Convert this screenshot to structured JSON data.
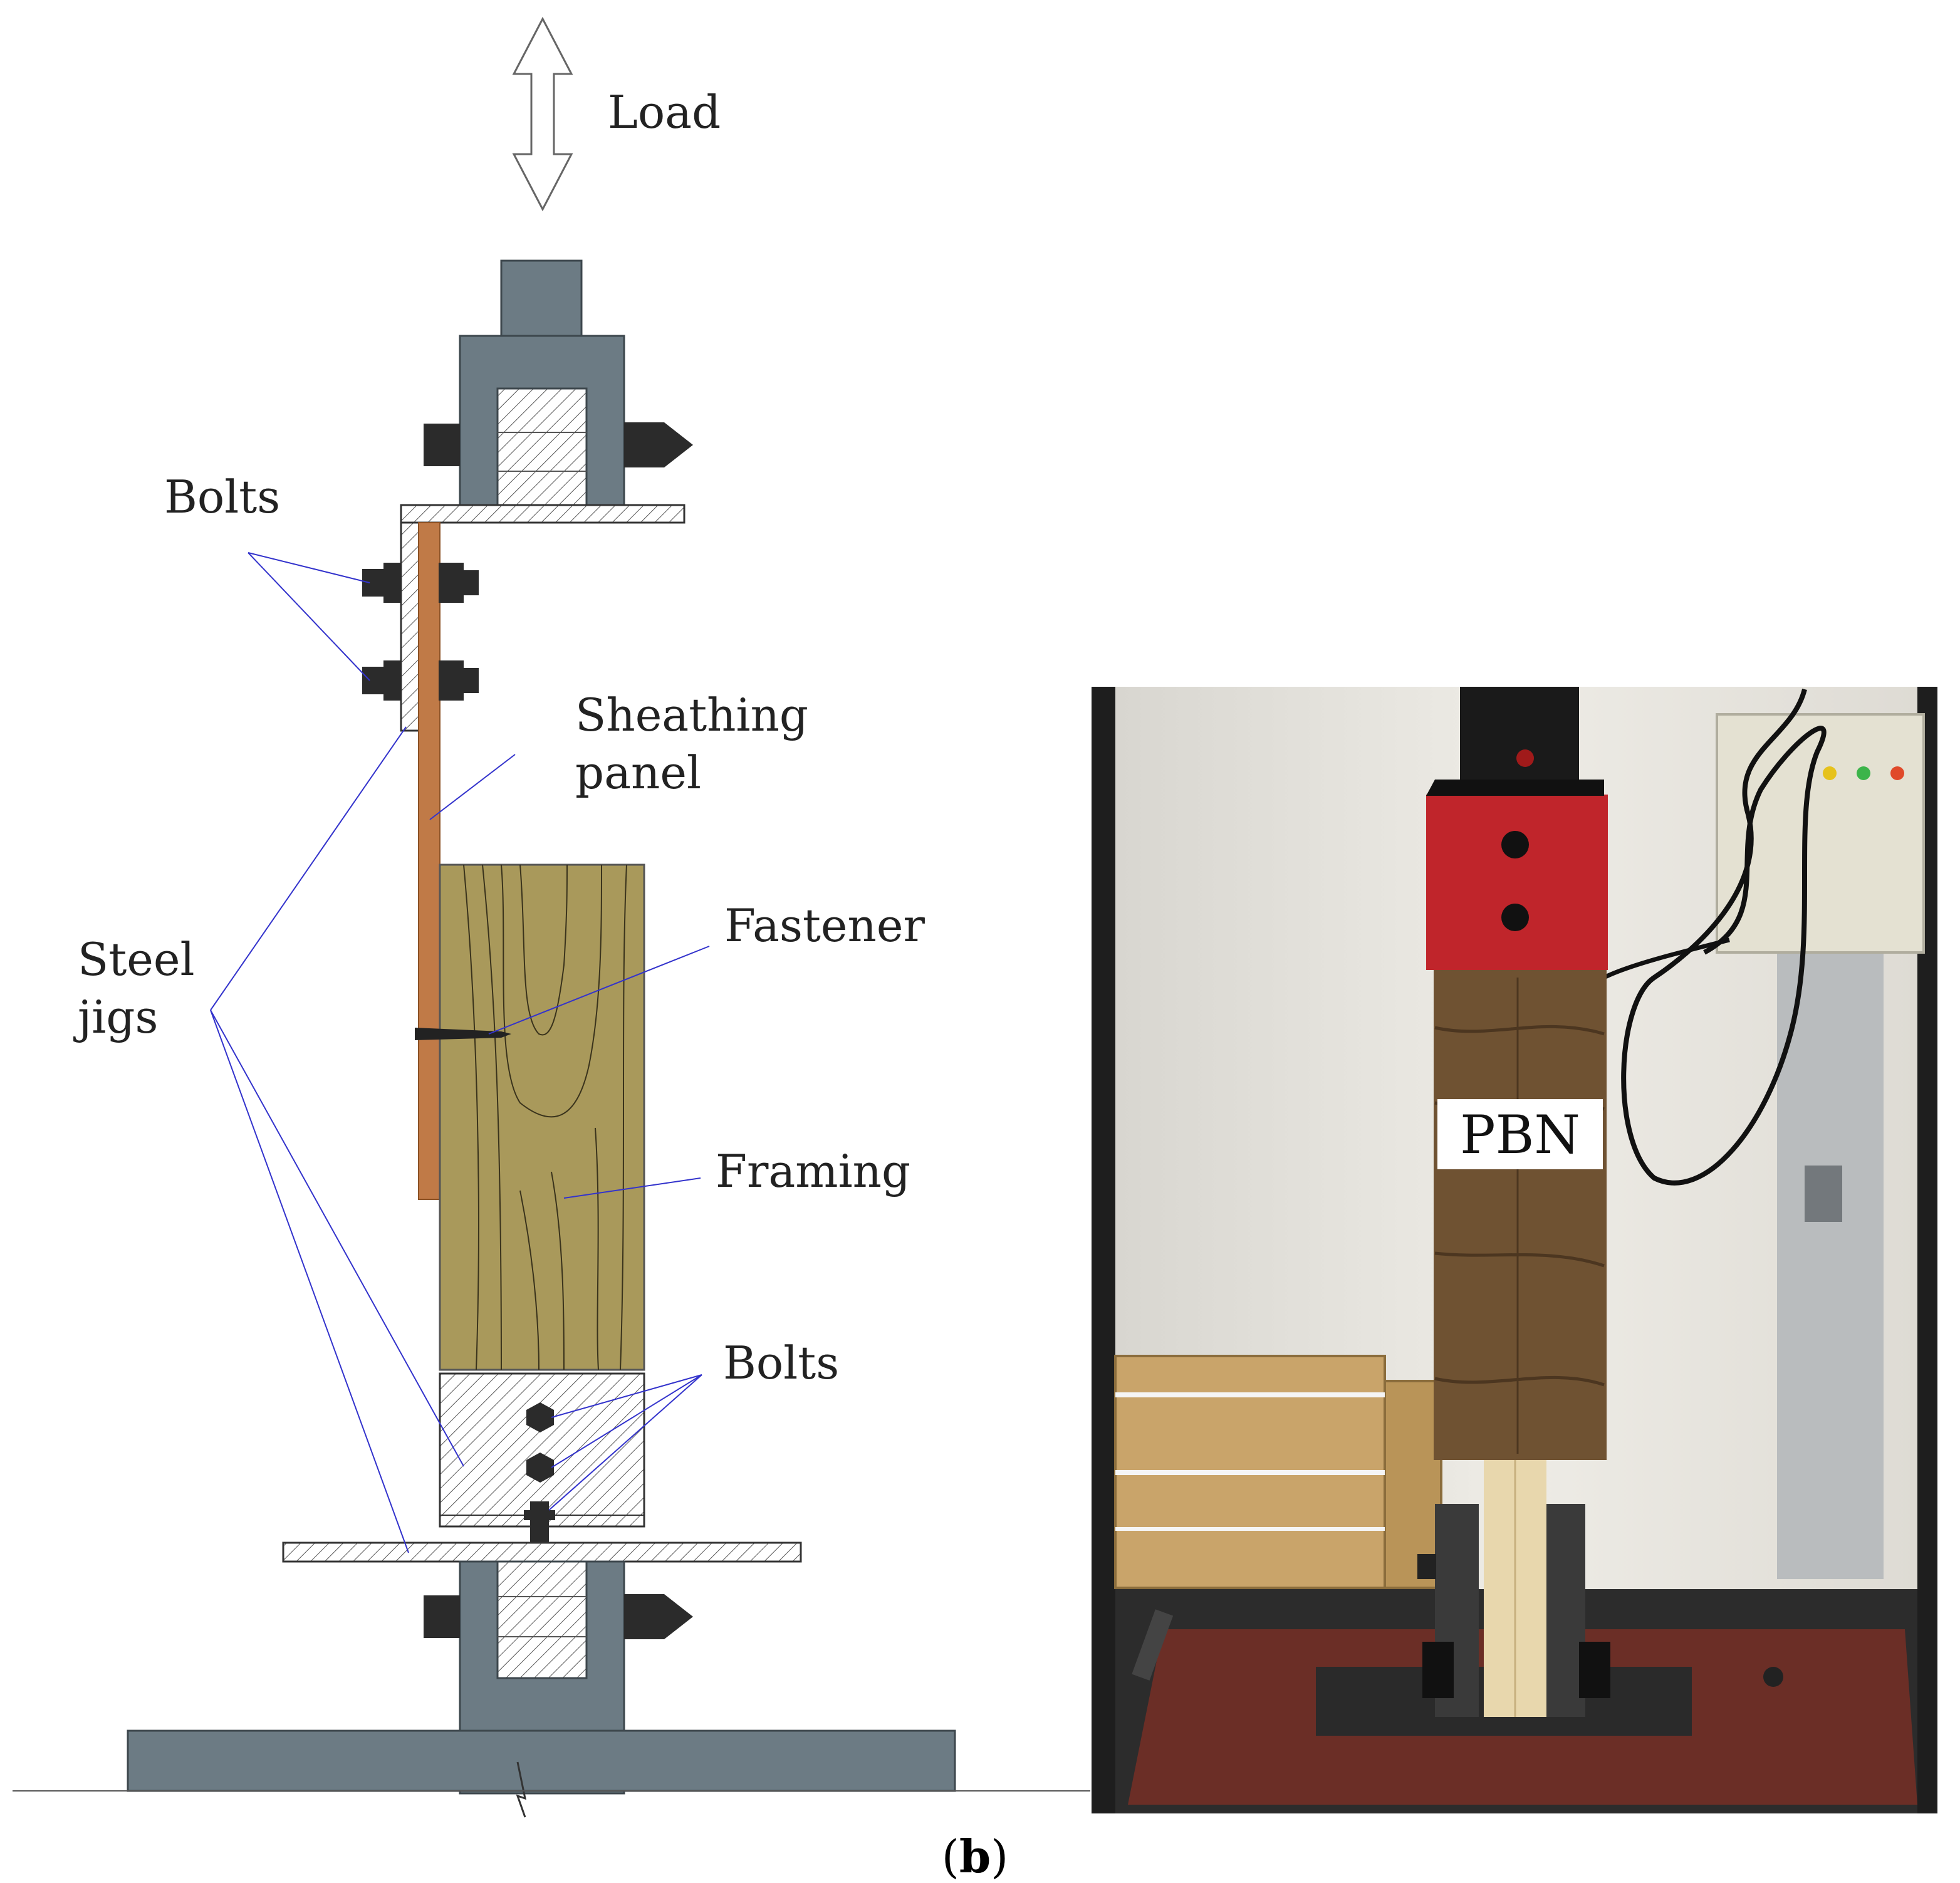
{
  "labels": {
    "load": "Load",
    "bolts_top": "Bolts",
    "sheathing_line1": "Sheathing",
    "sheathing_line2": "panel",
    "fastener": "Fastener",
    "steel_line1": "Steel",
    "steel_line2": "jigs",
    "framing": "Framing",
    "bolts_bottom": "Bolts",
    "photo_tag": "PBN"
  },
  "caption": {
    "open": "(",
    "letter": "b",
    "close": ")"
  },
  "colors": {
    "steel_gray": "#6c7b84",
    "steel_dark": "#4a565e",
    "sheathing": "#c07a47",
    "framing": "#a9995b",
    "leader": "#3333cc",
    "bolt": "#2b2b2b",
    "photo_wall": "#e8e6e0",
    "photo_floor": "#2c2c2c",
    "photo_base": "#6b2e26",
    "photo_red": "#c0252b",
    "photo_wood": "#6f5232",
    "photo_box": "#c9a46a"
  }
}
